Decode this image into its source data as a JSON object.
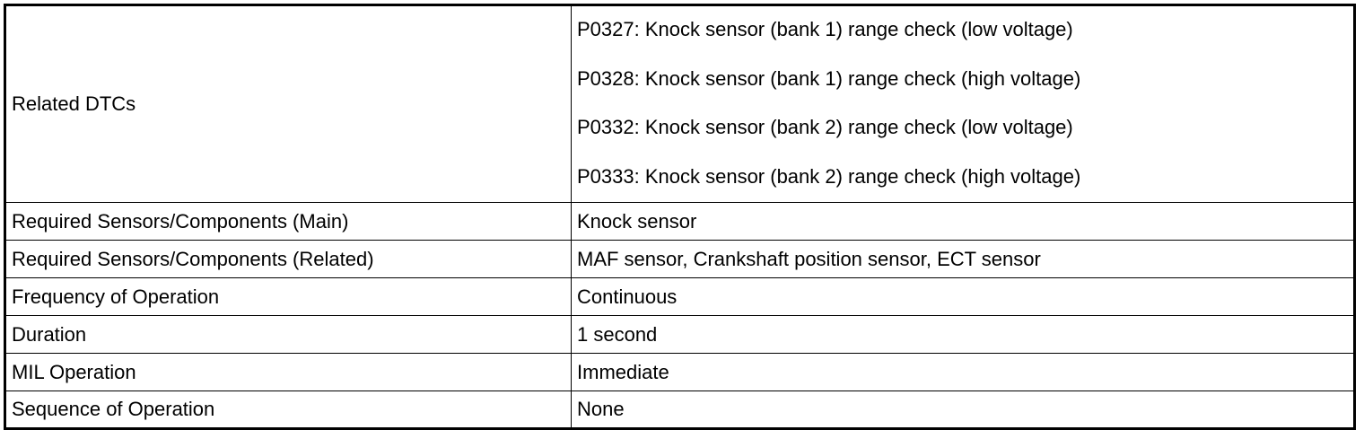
{
  "rows": [
    {
      "label": "Related DTCs",
      "values": [
        "P0327: Knock sensor (bank 1) range check (low voltage)",
        "P0328: Knock sensor (bank 1) range check (high voltage)",
        "P0332: Knock sensor (bank 2) range check (low voltage)",
        "P0333: Knock sensor (bank 2) range check (high voltage)"
      ]
    },
    {
      "label": "Required Sensors/Components (Main)",
      "value": "Knock sensor"
    },
    {
      "label": "Required Sensors/Components (Related)",
      "value": "MAF sensor, Crankshaft position sensor, ECT sensor"
    },
    {
      "label": "Frequency of Operation",
      "value": "Continuous"
    },
    {
      "label": "Duration",
      "value": "1 second"
    },
    {
      "label": "MIL Operation",
      "value": "Immediate"
    },
    {
      "label": "Sequence of Operation",
      "value": "None"
    }
  ]
}
